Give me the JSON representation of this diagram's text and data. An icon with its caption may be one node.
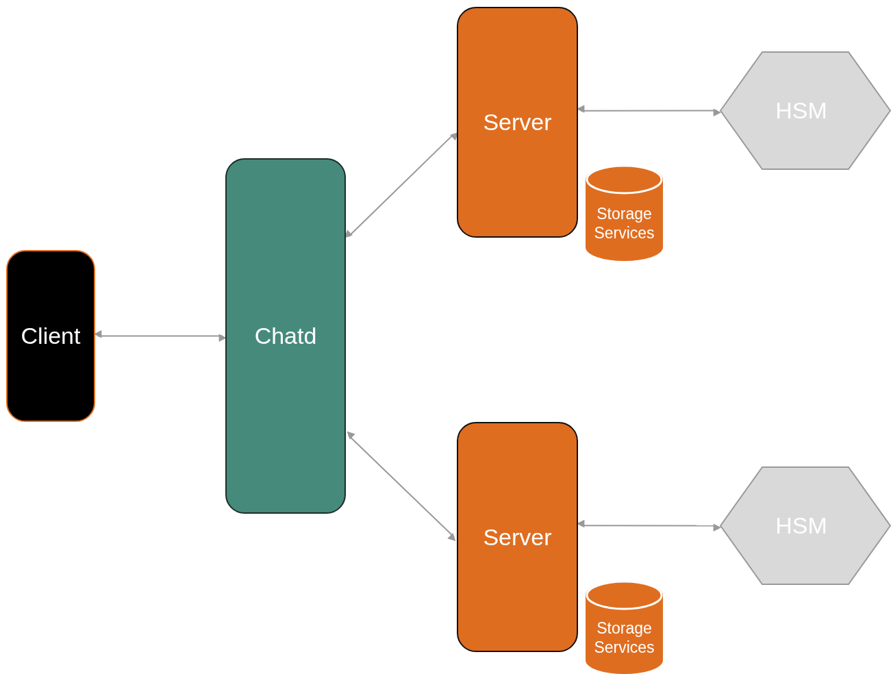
{
  "diagram": {
    "nodes": [
      {
        "text": [
          "Client"
        ]
      },
      {
        "text": [
          "Chatd"
        ]
      },
      {
        "text": [
          "Server"
        ]
      },
      {
        "text": [
          "Storage Services"
        ]
      },
      {
        "text": [
          "HSM"
        ]
      },
      {
        "text": [
          "Server"
        ]
      },
      {
        "text": [
          "Storage Services"
        ]
      },
      {
        "text": [
          "HSM"
        ]
      }
    ],
    "edges": [
      {
        "from": 0,
        "to": 1,
        "arrow": "both"
      },
      {
        "from": 1,
        "to": 2,
        "arrow": "both"
      },
      {
        "from": 1,
        "to": 5,
        "arrow": "both"
      },
      {
        "from": 2,
        "to": 4,
        "arrow": "both"
      },
      {
        "from": 5,
        "to": 7,
        "arrow": "both"
      }
    ]
  }
}
